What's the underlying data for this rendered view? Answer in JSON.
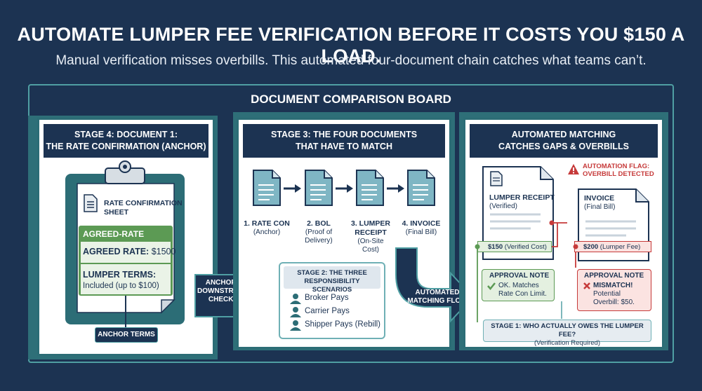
{
  "header": {
    "title": "AUTOMATE LUMPER FEE VERIFICATION BEFORE IT COSTS YOU $150 A LOAD.",
    "subtitle": "Manual verification misses overbills. This automated four-document chain catches what teams can’t."
  },
  "board": {
    "title": "DOCUMENT COMPARISON BOARD"
  },
  "panel1": {
    "heading_line1": "STAGE 4: DOCUMENT 1:",
    "heading_line2": "THE RATE CONFIRMATION (ANCHOR)",
    "sheet_title_line1": "RATE CONFIRMATION",
    "sheet_title_line2": "SHEET",
    "marker_label": "AGREED-RATE MARKER",
    "agreed_rate_label": "AGREED RATE:",
    "agreed_rate_value": "$1500",
    "lumper_terms_label": "LUMPER TERMS:",
    "lumper_terms_value": "Included (up to $100)",
    "anchor_tag": "ANCHOR TERMS"
  },
  "arrow1": {
    "line1": "ANCHORS",
    "line2": "DOWNSTREAM",
    "line3": "CHECKS"
  },
  "panel2": {
    "heading_line1": "STAGE 3: THE FOUR DOCUMENTS",
    "heading_line2": "THAT HAVE TO MATCH",
    "documents": [
      {
        "name": "1. RATE CON",
        "detail": "(Anchor)"
      },
      {
        "name": "2. BOL",
        "detail": "(Proof of Delivery)"
      },
      {
        "name": "3. LUMPER RECEIPT",
        "detail": "(On-Site Cost)"
      },
      {
        "name": "4. INVOICE",
        "detail": "(Final Bill)"
      }
    ],
    "scenarios_title_line1": "STAGE 2: THE THREE",
    "scenarios_title_line2": "RESPONSIBILITY SCENARIOS",
    "scenarios": [
      "Broker Pays",
      "Carrier Pays",
      "Shipper Pays (Rebill)"
    ]
  },
  "arrow2": {
    "line1": "AUTOMATED",
    "line2": "MATCHING FLOW"
  },
  "panel3": {
    "heading_line1": "AUTOMATED MATCHING",
    "heading_line2": "CATCHES GAPS & OVERBILLS",
    "flag_line1": "AUTOMATION FLAG:",
    "flag_line2": "OVERBILL DETECTED",
    "receipt_title": "LUMPER RECEIPT",
    "receipt_sub": "(Verified)",
    "receipt_amount": "$150",
    "receipt_amount_note": "(Verified Cost)",
    "invoice_title": "INVOICE",
    "invoice_sub": "(Final Bill)",
    "invoice_amount": "$200",
    "invoice_amount_note": "(Lumper Fee)",
    "approval_ok_title": "APPROVAL NOTE",
    "approval_ok_line1": "OK. Matches",
    "approval_ok_line2": "Rate Con Limit.",
    "approval_bad_title": "APPROVAL NOTE",
    "approval_bad_line1": "MISMATCH!",
    "approval_bad_line2": "Potential",
    "approval_bad_line3": "Overbill: $50.",
    "stage1_title": "STAGE 1: WHO ACTUALLY OWES THE LUMPER FEE?",
    "stage1_sub": "(Verification Required)"
  },
  "colors": {
    "navy": "#1c3352",
    "teal": "#2c6d76",
    "green": "#5c9a54",
    "red": "#c63a3a"
  }
}
